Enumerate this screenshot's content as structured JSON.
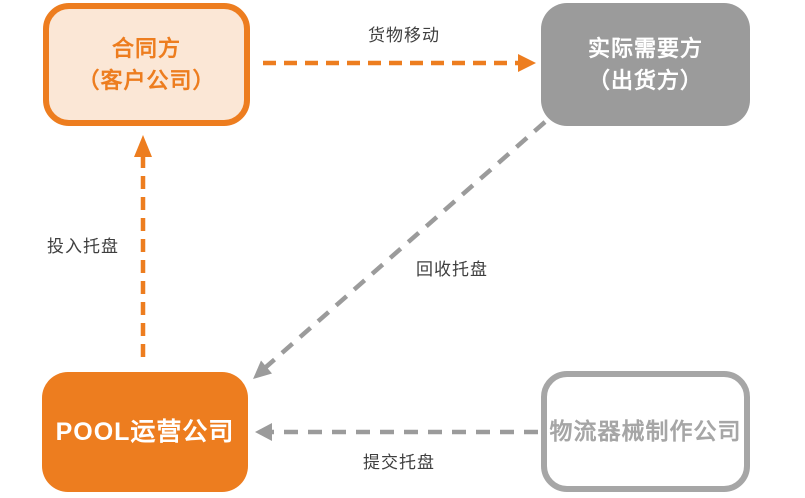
{
  "diagram": {
    "title": "pallet-pool-flow-diagram",
    "nodes": {
      "contract": {
        "line1": "合同方",
        "line2": "（客户公司）"
      },
      "actual": {
        "line1": "实际需要方",
        "line2": "（出货方）"
      },
      "pool": {
        "label": "POOL运营公司"
      },
      "manufacturer": {
        "label": "物流器械制作公司"
      }
    },
    "edges": {
      "goods_movement": {
        "label": "货物移动",
        "from": "contract",
        "to": "actual",
        "style": "orange-dashed"
      },
      "supply_pallet": {
        "label": "投入托盘",
        "from": "pool",
        "to": "contract",
        "style": "orange-dashed"
      },
      "recover_pallet": {
        "label": "回收托盘",
        "from": "actual",
        "to": "pool",
        "style": "gray-dashed"
      },
      "submit_pallet": {
        "label": "提交托盘",
        "from": "manufacturer",
        "to": "pool",
        "style": "gray-dashed"
      }
    },
    "colors": {
      "orange": "#ED7D1F",
      "orange_light": "#FBE7D6",
      "gray_fill": "#9B9B9B",
      "gray_line": "#9B9B9B",
      "gray_border": "#A6A6A6",
      "label_text": "#3F3F3F"
    }
  }
}
